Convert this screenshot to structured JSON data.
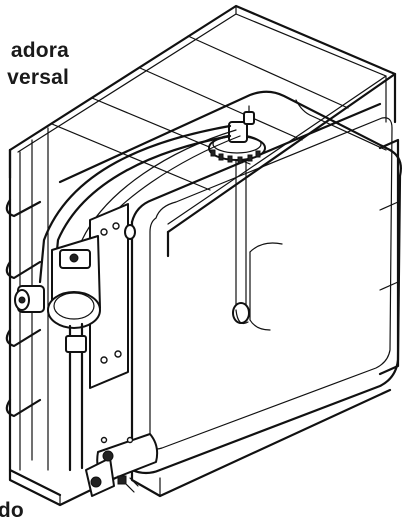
{
  "labels": {
    "top_line1": "adora",
    "top_line2": "versal",
    "bottom": "ado"
  }
}
